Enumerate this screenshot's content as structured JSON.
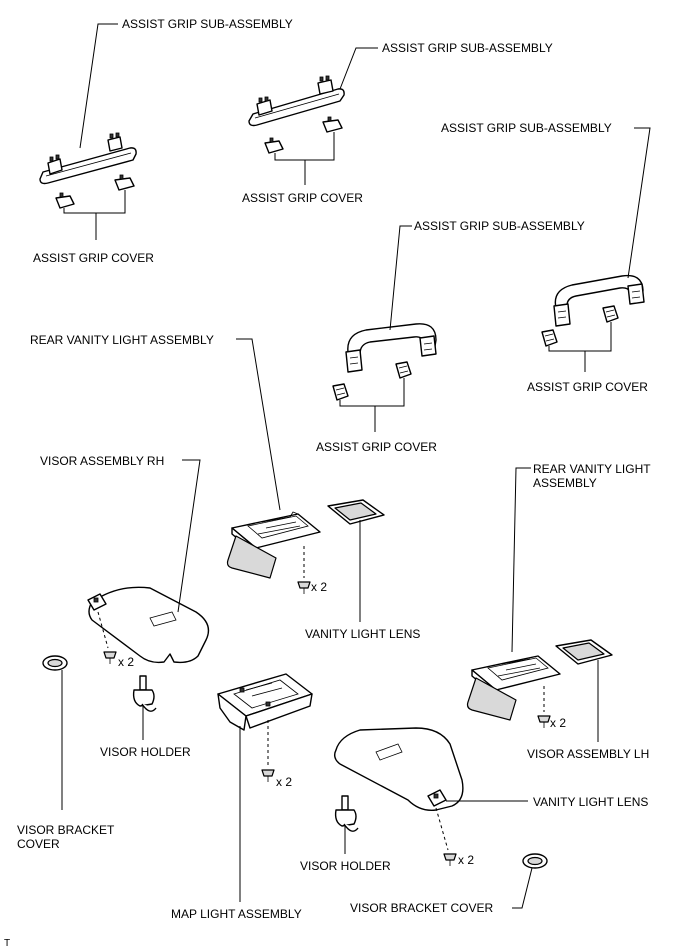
{
  "labels": {
    "grip_sub_1": "ASSIST GRIP SUB-ASSEMBLY",
    "grip_sub_2": "ASSIST GRIP SUB-ASSEMBLY",
    "grip_sub_3": "ASSIST GRIP SUB-ASSEMBLY",
    "grip_sub_4": "ASSIST GRIP SUB-ASSEMBLY",
    "grip_cover_1": "ASSIST GRIP COVER",
    "grip_cover_2": "ASSIST GRIP COVER",
    "grip_cover_3": "ASSIST GRIP COVER",
    "grip_cover_4": "ASSIST GRIP COVER",
    "rear_vanity_1": "REAR VANITY LIGHT ASSEMBLY",
    "rear_vanity_2_line1": "REAR VANITY LIGHT",
    "rear_vanity_2_line2": "ASSEMBLY",
    "visor_rh": "VISOR ASSEMBLY RH",
    "visor_lh": "VISOR ASSEMBLY LH",
    "vanity_lens_1": "VANITY LIGHT LENS",
    "vanity_lens_2": "VANITY LIGHT LENS",
    "visor_holder_1": "VISOR HOLDER",
    "visor_holder_2": "VISOR HOLDER",
    "bracket_cover_1_line1": "VISOR BRACKET",
    "bracket_cover_1_line2": "COVER",
    "bracket_cover_2": "VISOR BRACKET COVER",
    "map_light": "MAP LIGHT ASSEMBLY",
    "qty_1": "x 2",
    "qty_2": "x 2",
    "qty_3": "x 2",
    "qty_4": "x 2",
    "qty_5": "x 2",
    "corner_mark": "T"
  }
}
